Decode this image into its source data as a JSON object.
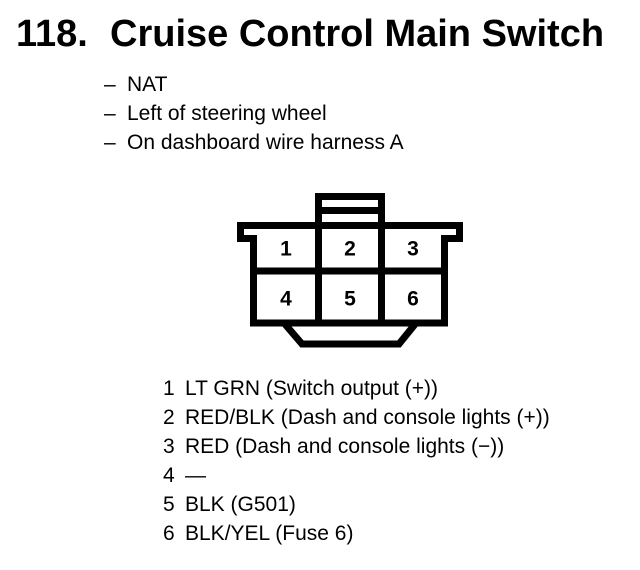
{
  "header": {
    "number": "118.",
    "title": "Cruise Control Main Switch"
  },
  "notes": {
    "dash": "–",
    "items": [
      "NAT",
      "Left of steering wheel",
      "On dashboard wire harness A"
    ]
  },
  "connector": {
    "pins": [
      "1",
      "2",
      "3",
      "4",
      "5",
      "6"
    ]
  },
  "pin_list": [
    {
      "n": "1",
      "desc": "LT GRN (Switch output (+))"
    },
    {
      "n": "2",
      "desc": "RED/BLK (Dash and console lights (+))"
    },
    {
      "n": "3",
      "desc": "RED (Dash and console lights (−))"
    },
    {
      "n": "4",
      "desc": "—"
    },
    {
      "n": "5",
      "desc": "BLK (G501)"
    },
    {
      "n": "6",
      "desc": "BLK/YEL (Fuse 6)"
    }
  ],
  "colors": {
    "ink": "#000000",
    "paper": "#ffffff"
  }
}
